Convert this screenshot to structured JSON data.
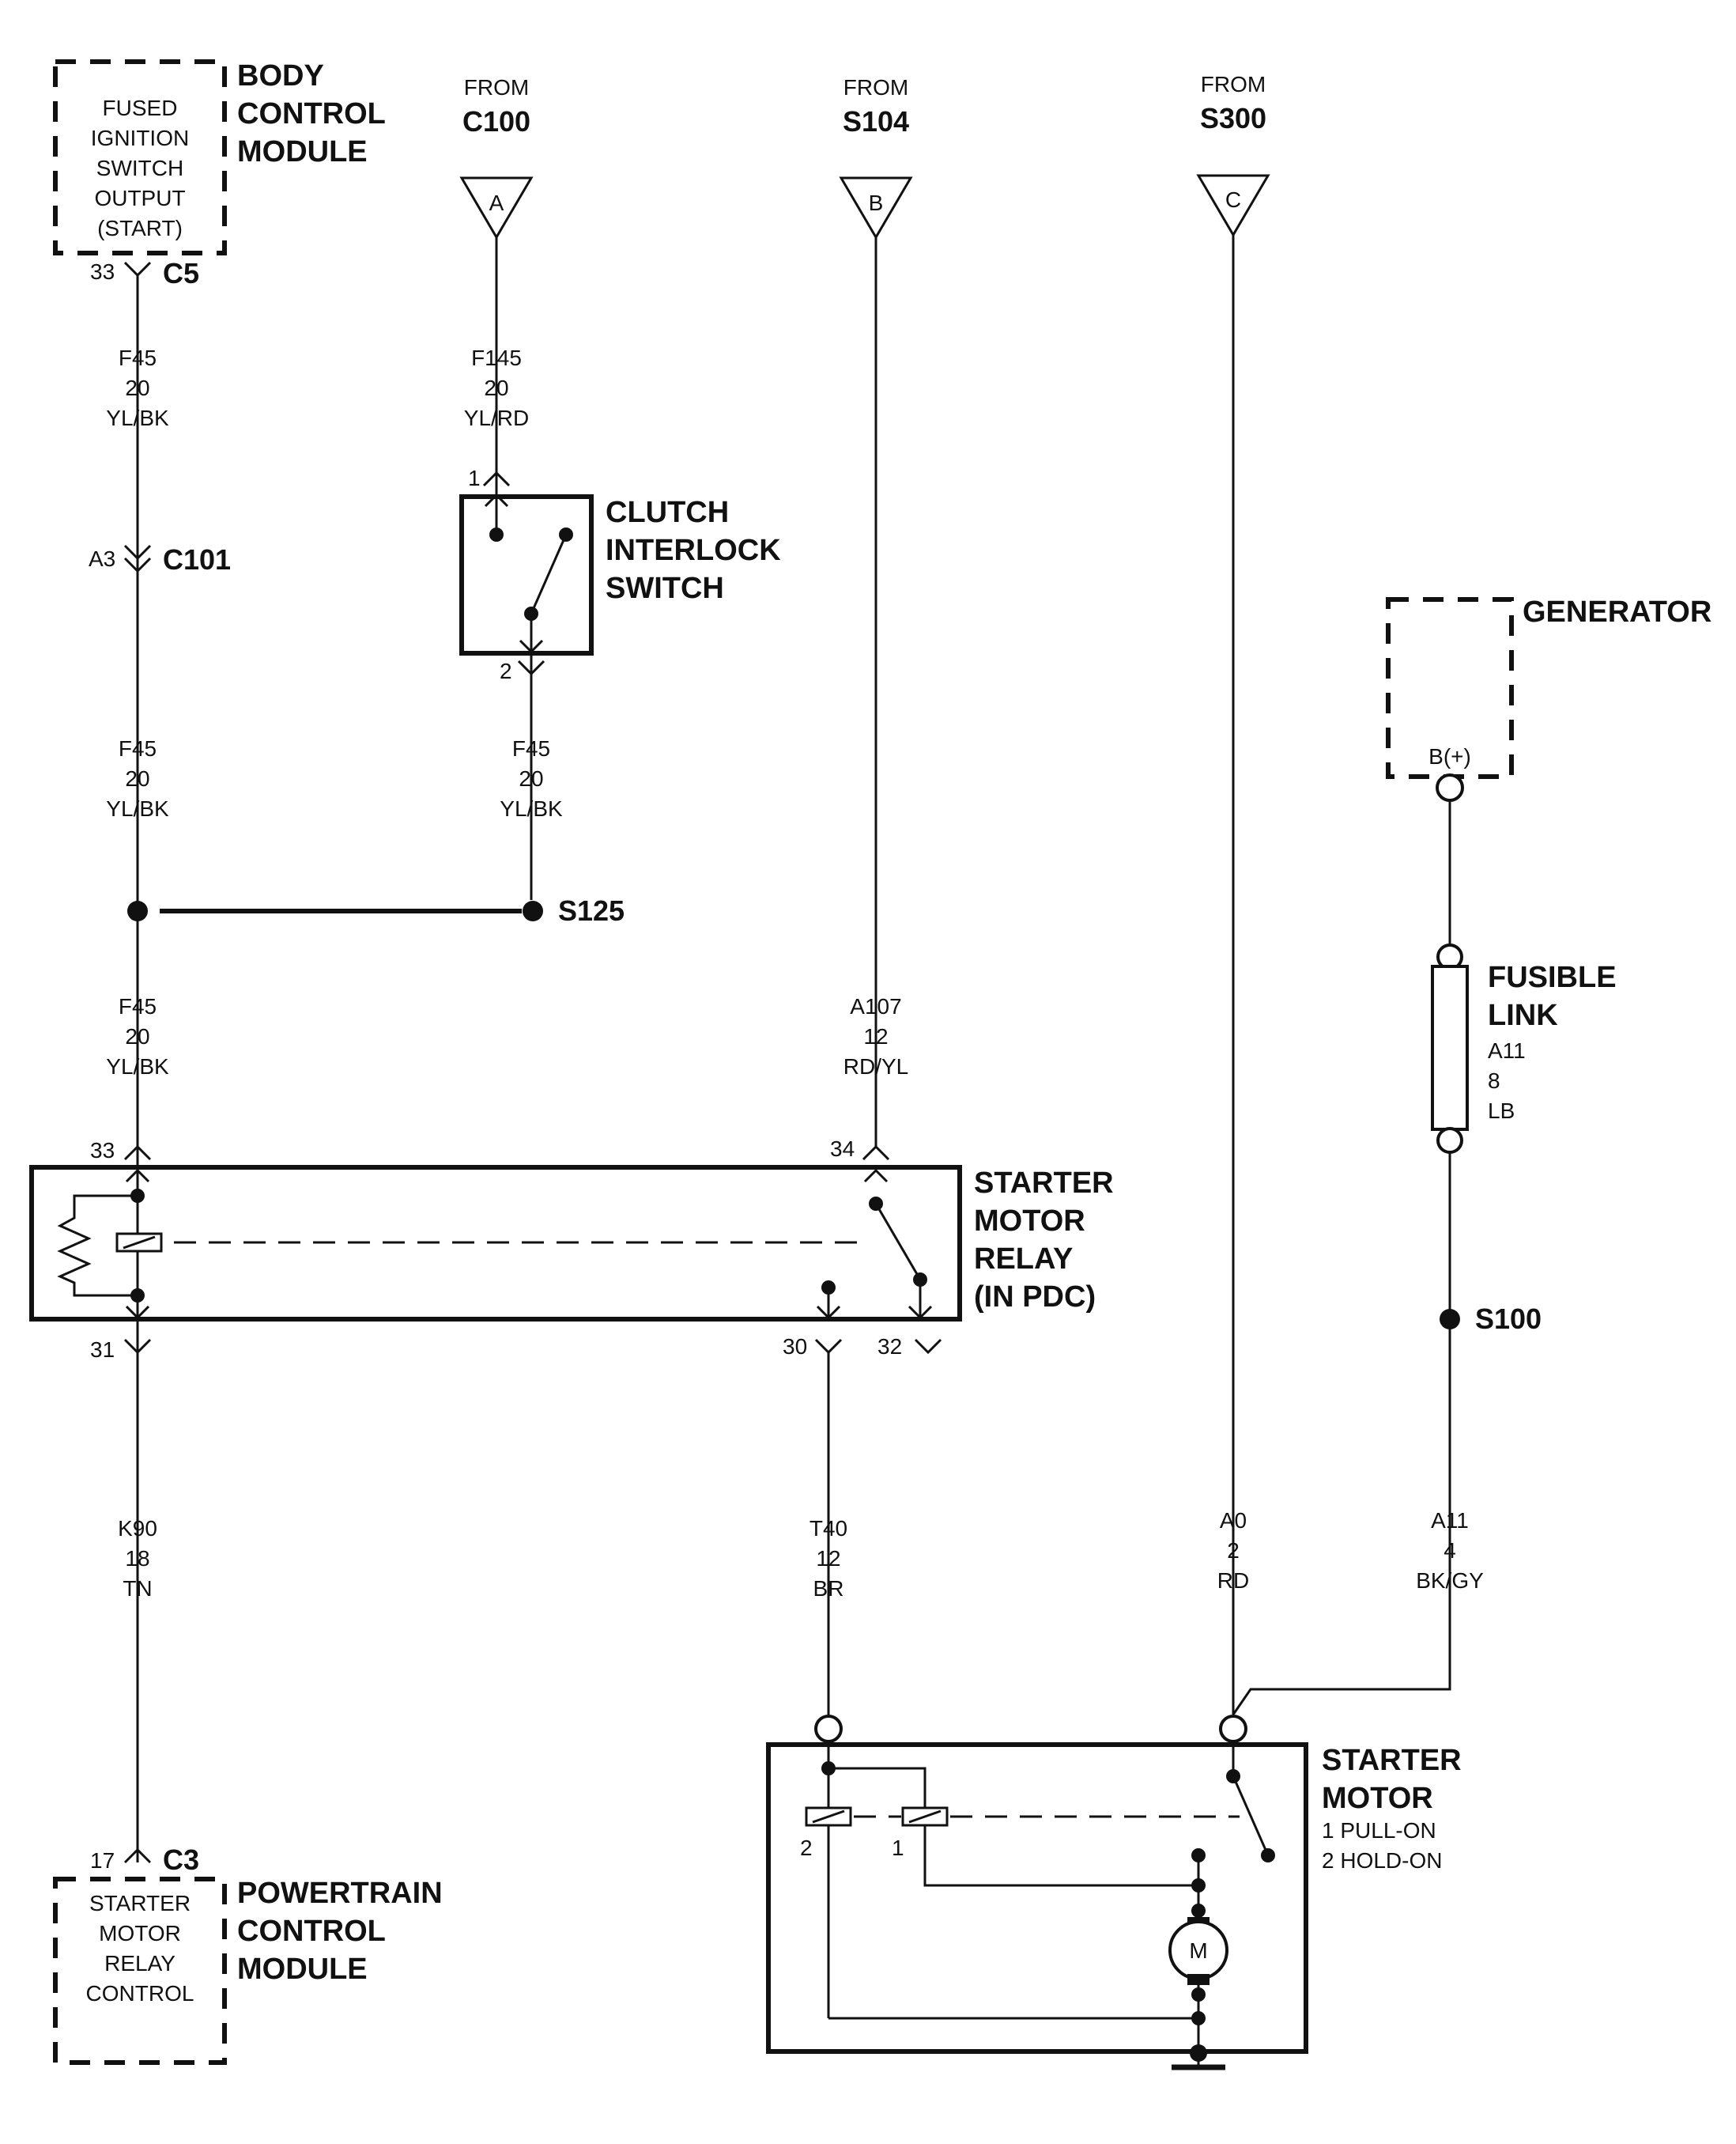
{
  "bcm": {
    "title": [
      "BODY",
      "CONTROL",
      "MODULE"
    ],
    "inner": [
      "FUSED",
      "IGNITION",
      "SWITCH",
      "OUTPUT",
      "(START)"
    ],
    "pin": "33",
    "connector": "C5"
  },
  "pcm": {
    "title": [
      "POWERTRAIN",
      "CONTROL",
      "MODULE"
    ],
    "inner": [
      "STARTER",
      "MOTOR",
      "RELAY",
      "CONTROL"
    ],
    "pin": "17",
    "connector": "C3"
  },
  "sources": [
    {
      "from": "FROM",
      "id": "C100",
      "letter": "A"
    },
    {
      "from": "FROM",
      "id": "S104",
      "letter": "B"
    },
    {
      "from": "FROM",
      "id": "S300",
      "letter": "C"
    }
  ],
  "wires": {
    "f45_top": [
      "F45",
      "20",
      "YL/BK"
    ],
    "f145": [
      "F145",
      "20",
      "YL/RD"
    ],
    "f45_mid": [
      "F45",
      "20",
      "YL/BK"
    ],
    "f45_mid2": [
      "F45",
      "20",
      "YL/BK"
    ],
    "f45_bot": [
      "F45",
      "20",
      "YL/BK"
    ],
    "a107": [
      "A107",
      "12",
      "RD/YL"
    ],
    "k90": [
      "K90",
      "18",
      "TN"
    ],
    "t40": [
      "T40",
      "12",
      "BR"
    ],
    "a0": [
      "A0",
      "2",
      "RD"
    ],
    "a11": [
      "A11",
      "4",
      "BK/GY"
    ]
  },
  "c101": {
    "pin": "A3",
    "id": "C101"
  },
  "clutch": {
    "title": [
      "CLUTCH",
      "INTERLOCK",
      "SWITCH"
    ],
    "pin_top": "1",
    "pin_bottom": "2"
  },
  "splice_s125": "S125",
  "splice_s100": "S100",
  "generator": {
    "title": "GENERATOR",
    "terminal": "B(+)"
  },
  "fusible": {
    "title": [
      "FUSIBLE",
      "LINK"
    ],
    "wire": [
      "A11",
      "8",
      "LB"
    ]
  },
  "relay": {
    "title": [
      "STARTER",
      "MOTOR",
      "RELAY",
      "(IN PDC)"
    ],
    "pins": {
      "p33": "33",
      "p34": "34",
      "p31": "31",
      "p30": "30",
      "p32": "32"
    }
  },
  "starter": {
    "title": [
      "STARTER",
      "MOTOR"
    ],
    "notes": [
      "1 PULL-ON",
      "2 HOLD-ON"
    ],
    "coil2": "2",
    "coil1": "1",
    "motor": "M"
  }
}
